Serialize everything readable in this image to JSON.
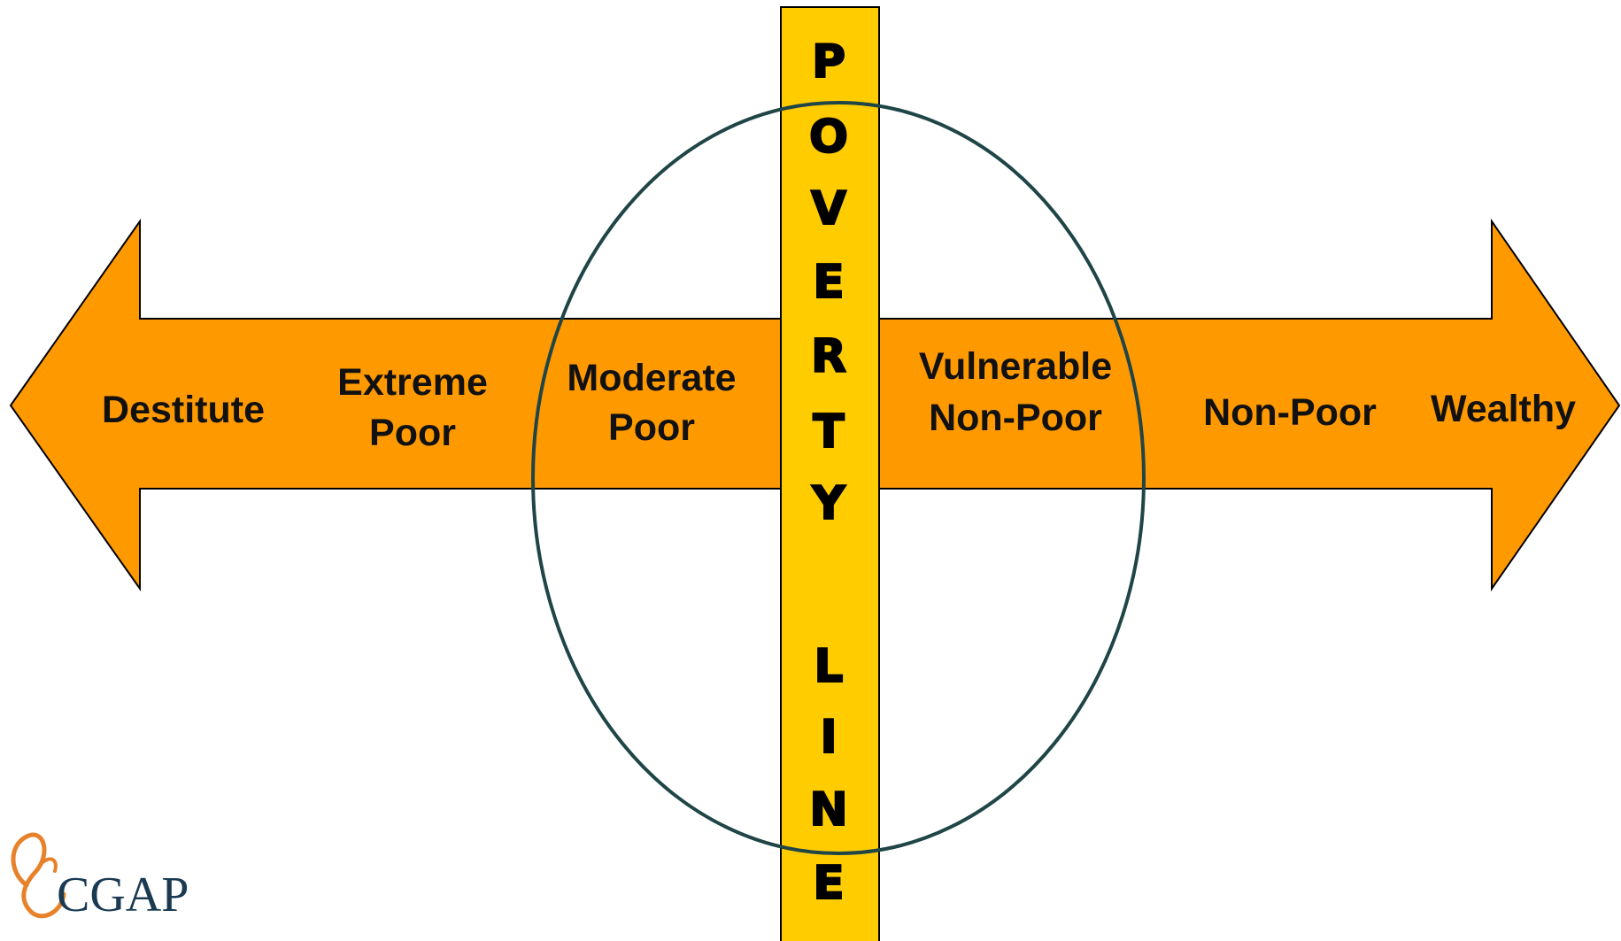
{
  "diagram": {
    "categories": [
      {
        "id": "destitute",
        "lines": [
          "Destitute"
        ]
      },
      {
        "id": "extreme-poor",
        "lines": [
          "Extreme",
          "Poor"
        ]
      },
      {
        "id": "moderate-poor",
        "lines": [
          "Moderate",
          "Poor"
        ]
      },
      {
        "id": "vulnerable-non-poor",
        "lines": [
          "Vulnerable",
          "Non-Poor"
        ]
      },
      {
        "id": "non-poor",
        "lines": [
          "Non-Poor"
        ]
      },
      {
        "id": "wealthy",
        "lines": [
          "Wealthy"
        ]
      }
    ],
    "poverty_line": {
      "letters": [
        "P",
        "O",
        "V",
        "E",
        "R",
        "T",
        "Y",
        "",
        "L",
        "I",
        "N",
        "E"
      ]
    },
    "logo": {
      "text": "CGAP"
    },
    "colors": {
      "arrow_fill": "#FF9900",
      "arrow_stroke": "#000000",
      "bar_fill": "#FFCC00",
      "bar_stroke": "#000000",
      "ellipse_stroke": "#1F4547",
      "logo_text": "#1A3A52",
      "logo_mark": "#E8822A"
    }
  }
}
